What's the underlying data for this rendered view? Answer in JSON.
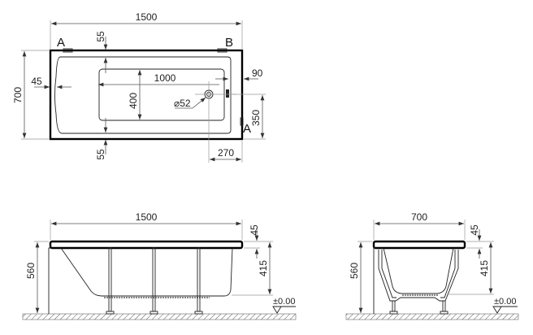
{
  "top_view": {
    "overall_length": "1500",
    "overall_width": "700",
    "rim_left": "45",
    "rim_top": "55",
    "rim_bottom": "55",
    "basin_length": "1000",
    "basin_width": "400",
    "drain_diameter": "⌀52",
    "overflow_offset": "90",
    "drain_from_side": "350",
    "drain_from_end": "270",
    "section_a_top": "A",
    "section_b": "B",
    "section_a_side": "A"
  },
  "side_view": {
    "length": "1500",
    "total_height": "560",
    "rim_thickness": "45",
    "depth": "415",
    "floor_level": "±0.00"
  },
  "end_view": {
    "width": "700",
    "total_height": "560",
    "rim_thickness": "45",
    "depth": "415",
    "floor_level": "±0.00"
  }
}
